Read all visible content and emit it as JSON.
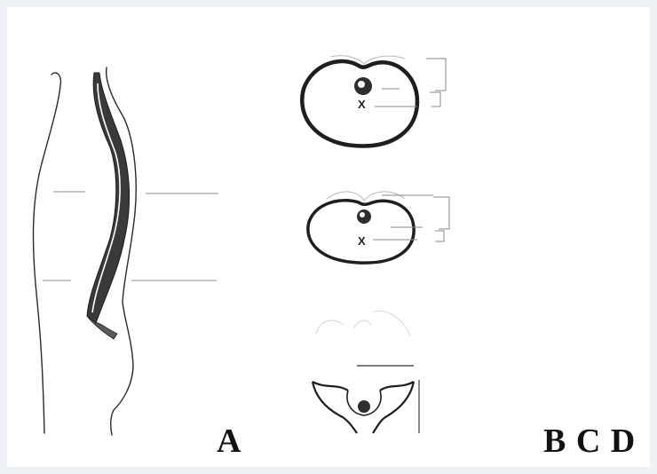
{
  "figure": {
    "panel_label_a": "A",
    "panel_label_bcd": "B C D",
    "cross_section_marker": "X"
  },
  "colors": {
    "background": "#eef1f6",
    "panel": "#ffffff",
    "ink": "#1a1a1a",
    "shading": "#3a3a3a"
  }
}
